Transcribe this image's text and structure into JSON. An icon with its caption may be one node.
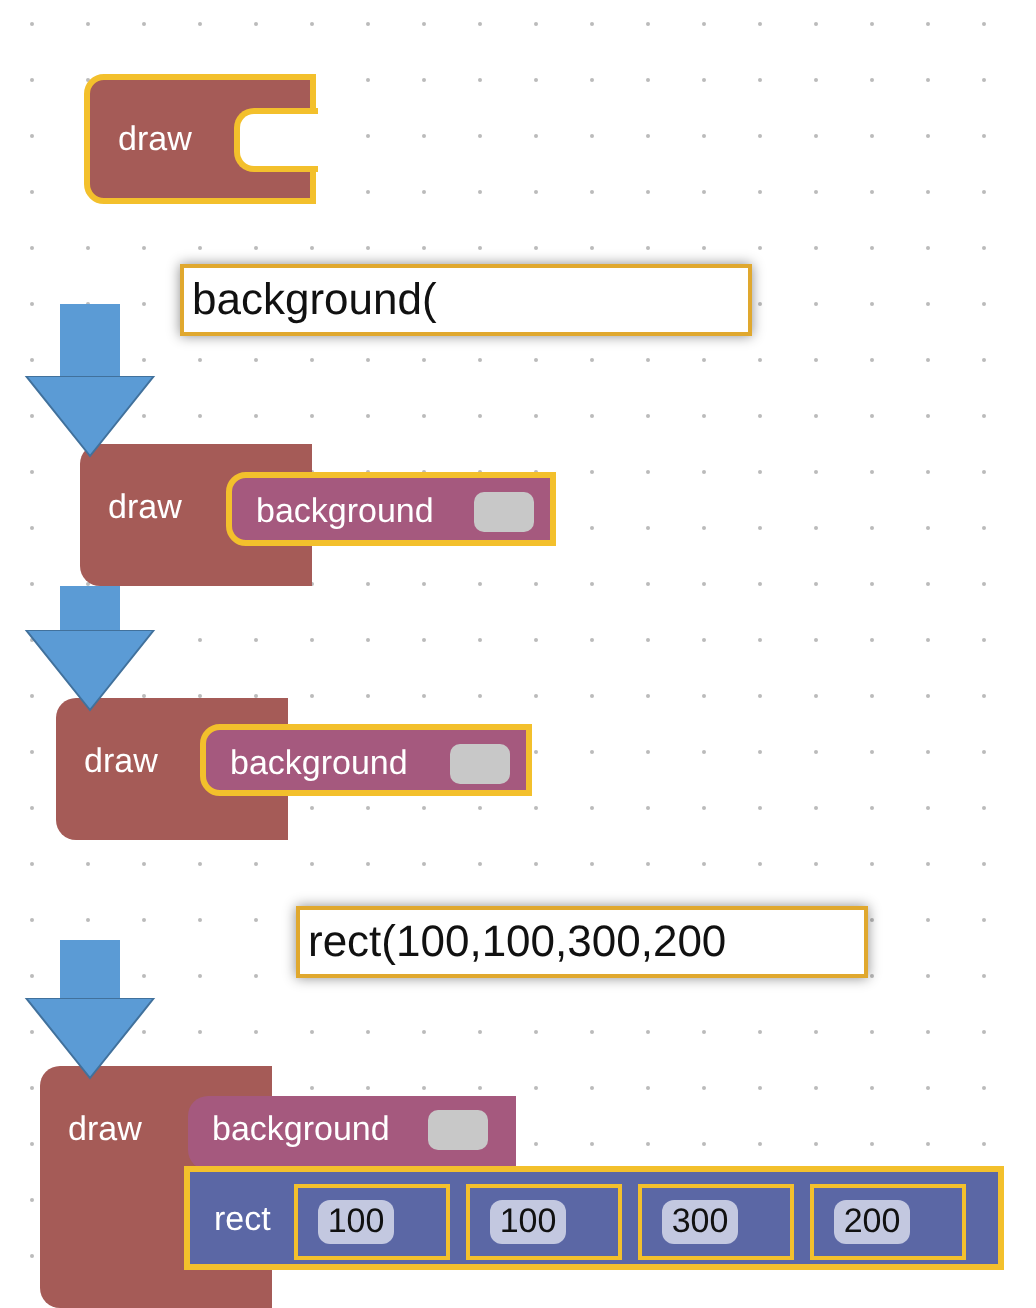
{
  "diagram": {
    "nodes": [
      {
        "text": [
          "draw"
        ]
      },
      {
        "text": [
          "background("
        ]
      },
      {
        "text": [
          "draw"
        ]
      },
      {
        "text": [
          "background"
        ]
      },
      {
        "text": [
          "draw"
        ]
      },
      {
        "text": [
          "background"
        ]
      },
      {
        "text": [
          "rect(100,100,300,200"
        ]
      },
      {
        "text": [
          "draw"
        ]
      },
      {
        "text": [
          "background"
        ]
      },
      {
        "text": [
          "rect"
        ]
      },
      {
        "text": [
          "100"
        ],
        "in": 9
      },
      {
        "text": [
          "100"
        ],
        "in": 9
      },
      {
        "text": [
          "300"
        ],
        "in": 9
      },
      {
        "text": [
          "200"
        ],
        "in": 9
      }
    ],
    "edges": [
      {
        "from": null,
        "to": 2,
        "arrow": "to"
      },
      {
        "from": 2,
        "to": 4,
        "arrow": "to"
      },
      {
        "from": null,
        "to": 7,
        "arrow": "to"
      }
    ]
  }
}
